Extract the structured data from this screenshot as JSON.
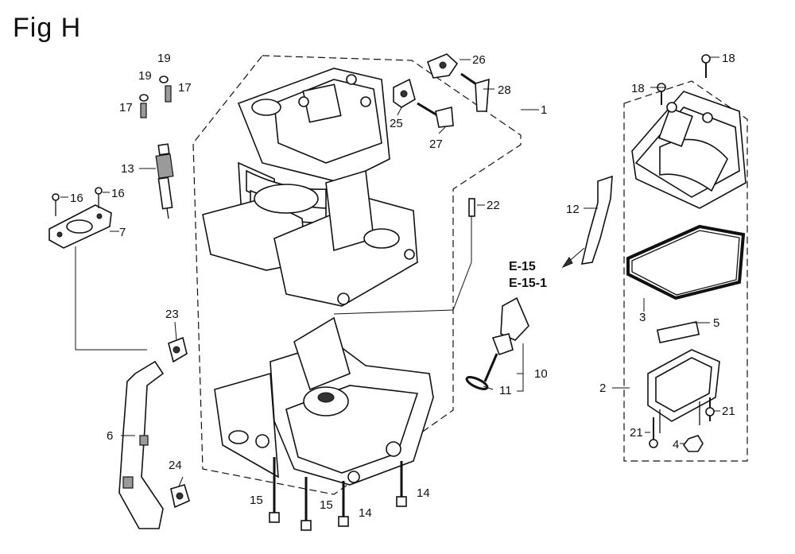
{
  "figure": {
    "title": "Fig H"
  },
  "callouts": {
    "c1": "1",
    "c2": "2",
    "c3": "3",
    "c4": "4",
    "c5": "5",
    "c6": "6",
    "c7": "7",
    "c10": "10",
    "c11": "11",
    "c12": "12",
    "c13": "13",
    "c14a": "14",
    "c14b": "14",
    "c15a": "15",
    "c15b": "15",
    "c16a": "16",
    "c16b": "16",
    "c17a": "17",
    "c17b": "17",
    "c18a": "18",
    "c18b": "18",
    "c19a": "19",
    "c19b": "19",
    "c21a": "21",
    "c21b": "21",
    "c22": "22",
    "c23": "23",
    "c24": "24",
    "c25": "25",
    "c26": "26",
    "c27": "27",
    "c28": "28"
  },
  "references": {
    "ref1": "E-15",
    "ref2": "E-15-1"
  }
}
